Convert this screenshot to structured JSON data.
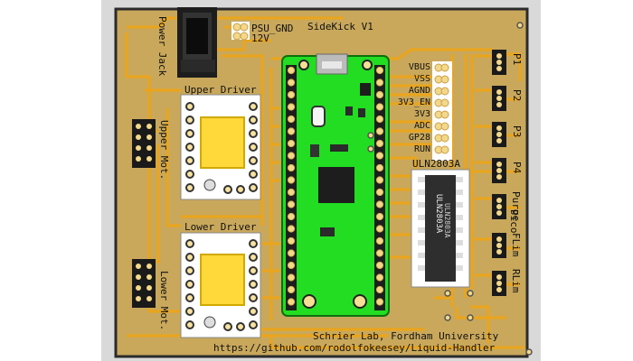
{
  "board": {
    "title": "SideKick V1",
    "colors": {
      "pcb": "#c9a85c",
      "trace": "#e9a51e",
      "pad": "#f3d88a",
      "pico": "#22dd22",
      "edge": "#2b2b2b"
    },
    "labels": {
      "psu_gnd": "PSU_GND",
      "v12": "12V",
      "power_jack": "Power Jack",
      "upper_driver": "Upper Driver",
      "lower_driver": "Lower Driver",
      "upper_mot": "Upper Mot.",
      "lower_mot": "Lower Mot.",
      "uln": "ULN2803A",
      "uln_chip": "ULN2803A",
      "uln_chip2": "ULN2803A",
      "pico": "Pico",
      "purge": "Purge",
      "flim": "FLim",
      "rlim": "RLim",
      "credit": "Schrier Lab, Fordham University",
      "url": "https://github.com/rodolfokeesey/Liquid-Handler"
    },
    "pico_pins": [
      "VBUS",
      "VSS",
      "AGND",
      "3V3_EN",
      "3V3",
      "ADC",
      "GP28",
      "RUN"
    ],
    "ports": [
      "P1",
      "P2",
      "P3",
      "P4"
    ]
  }
}
